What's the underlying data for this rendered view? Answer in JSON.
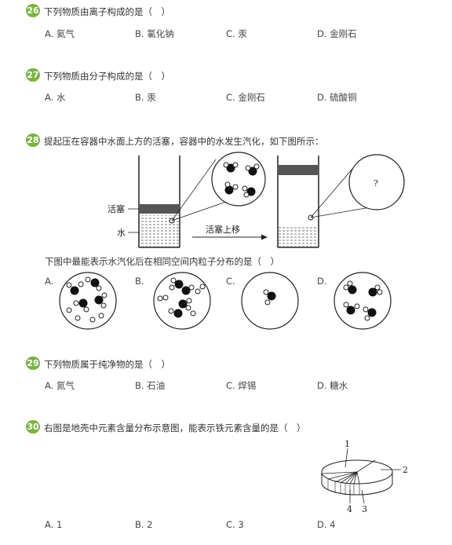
{
  "questions": [
    {
      "num": "26",
      "stem": "下列物质由离子构成的是（　）",
      "options": [
        "A. 氦气",
        "B. 氯化钠",
        "C. 汞",
        "D. 金刚石"
      ]
    },
    {
      "num": "27",
      "stem": "下列物质由分子构成的是（　）",
      "options": [
        "A. 水",
        "B. 汞",
        "C. 金刚石",
        "D. 硫酸铜"
      ]
    },
    {
      "num": "28",
      "stem": "提起压在容器中水面上方的活塞，容器中的水发生汽化，如下图所示：",
      "substem": "下图中最能表示水汽化后在相同空间内粒子分布的是（　）",
      "option_letters": [
        "A.",
        "B.",
        "C.",
        "D."
      ],
      "figure": {
        "piston_label": "活塞",
        "water_label": "水",
        "arrow_label": "活塞上移",
        "question_mark": "?"
      }
    },
    {
      "num": "29",
      "stem": "下列物质属于纯净物的是（　）",
      "options": [
        "A. 氮气",
        "B. 石油",
        "C. 焊锡",
        "D. 糖水"
      ]
    },
    {
      "num": "30",
      "stem": "右图是地壳中元素含量分布示意图，能表示铁元素含量的是（　）",
      "options": [
        "A. 1",
        "B. 2",
        "C. 3",
        "D. 4"
      ],
      "pie_labels": {
        "l1": "1",
        "l2": "2",
        "l3": "3",
        "l4": "4"
      }
    }
  ]
}
